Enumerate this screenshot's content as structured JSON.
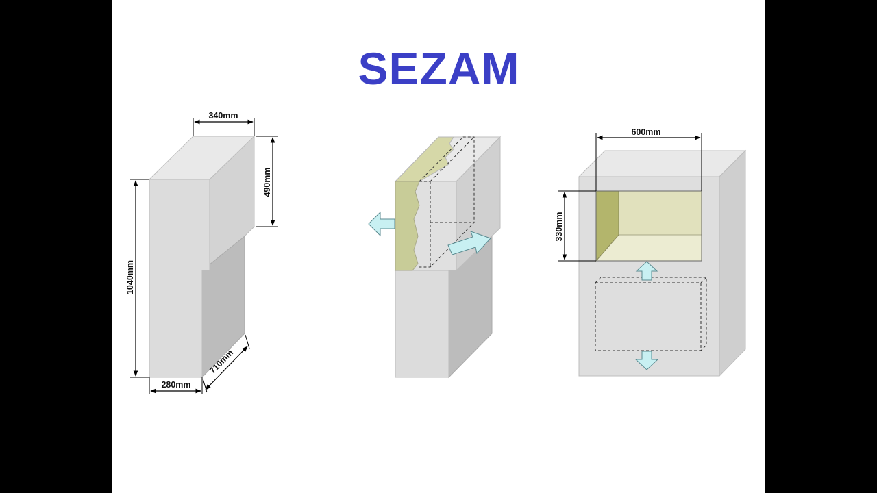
{
  "slide": {
    "title": "SEZAM",
    "colors": {
      "title": "#3b3fc6",
      "face_light": "#e6e6e6",
      "face_front": "#dadada",
      "face_side": "#c4c4c4",
      "insulation": "#ccd0a0",
      "cavity_back": "#e1e1bd",
      "cavity_side": "#b3b56c",
      "arrow": "#c8f0f2"
    }
  },
  "figures": {
    "left_block": {
      "dim_top": "340mm",
      "dim_right_vertical": "490mm",
      "dim_height": "1040mm",
      "dim_bottom_width": "280mm",
      "dim_bottom_depth": "710mm"
    },
    "middle_block": {
      "arrows": [
        "arrow-left",
        "arrow-right"
      ]
    },
    "right_block": {
      "dim_top": "600mm",
      "dim_left_vertical": "330mm",
      "arrows": [
        "arrow-up",
        "arrow-down"
      ]
    }
  }
}
